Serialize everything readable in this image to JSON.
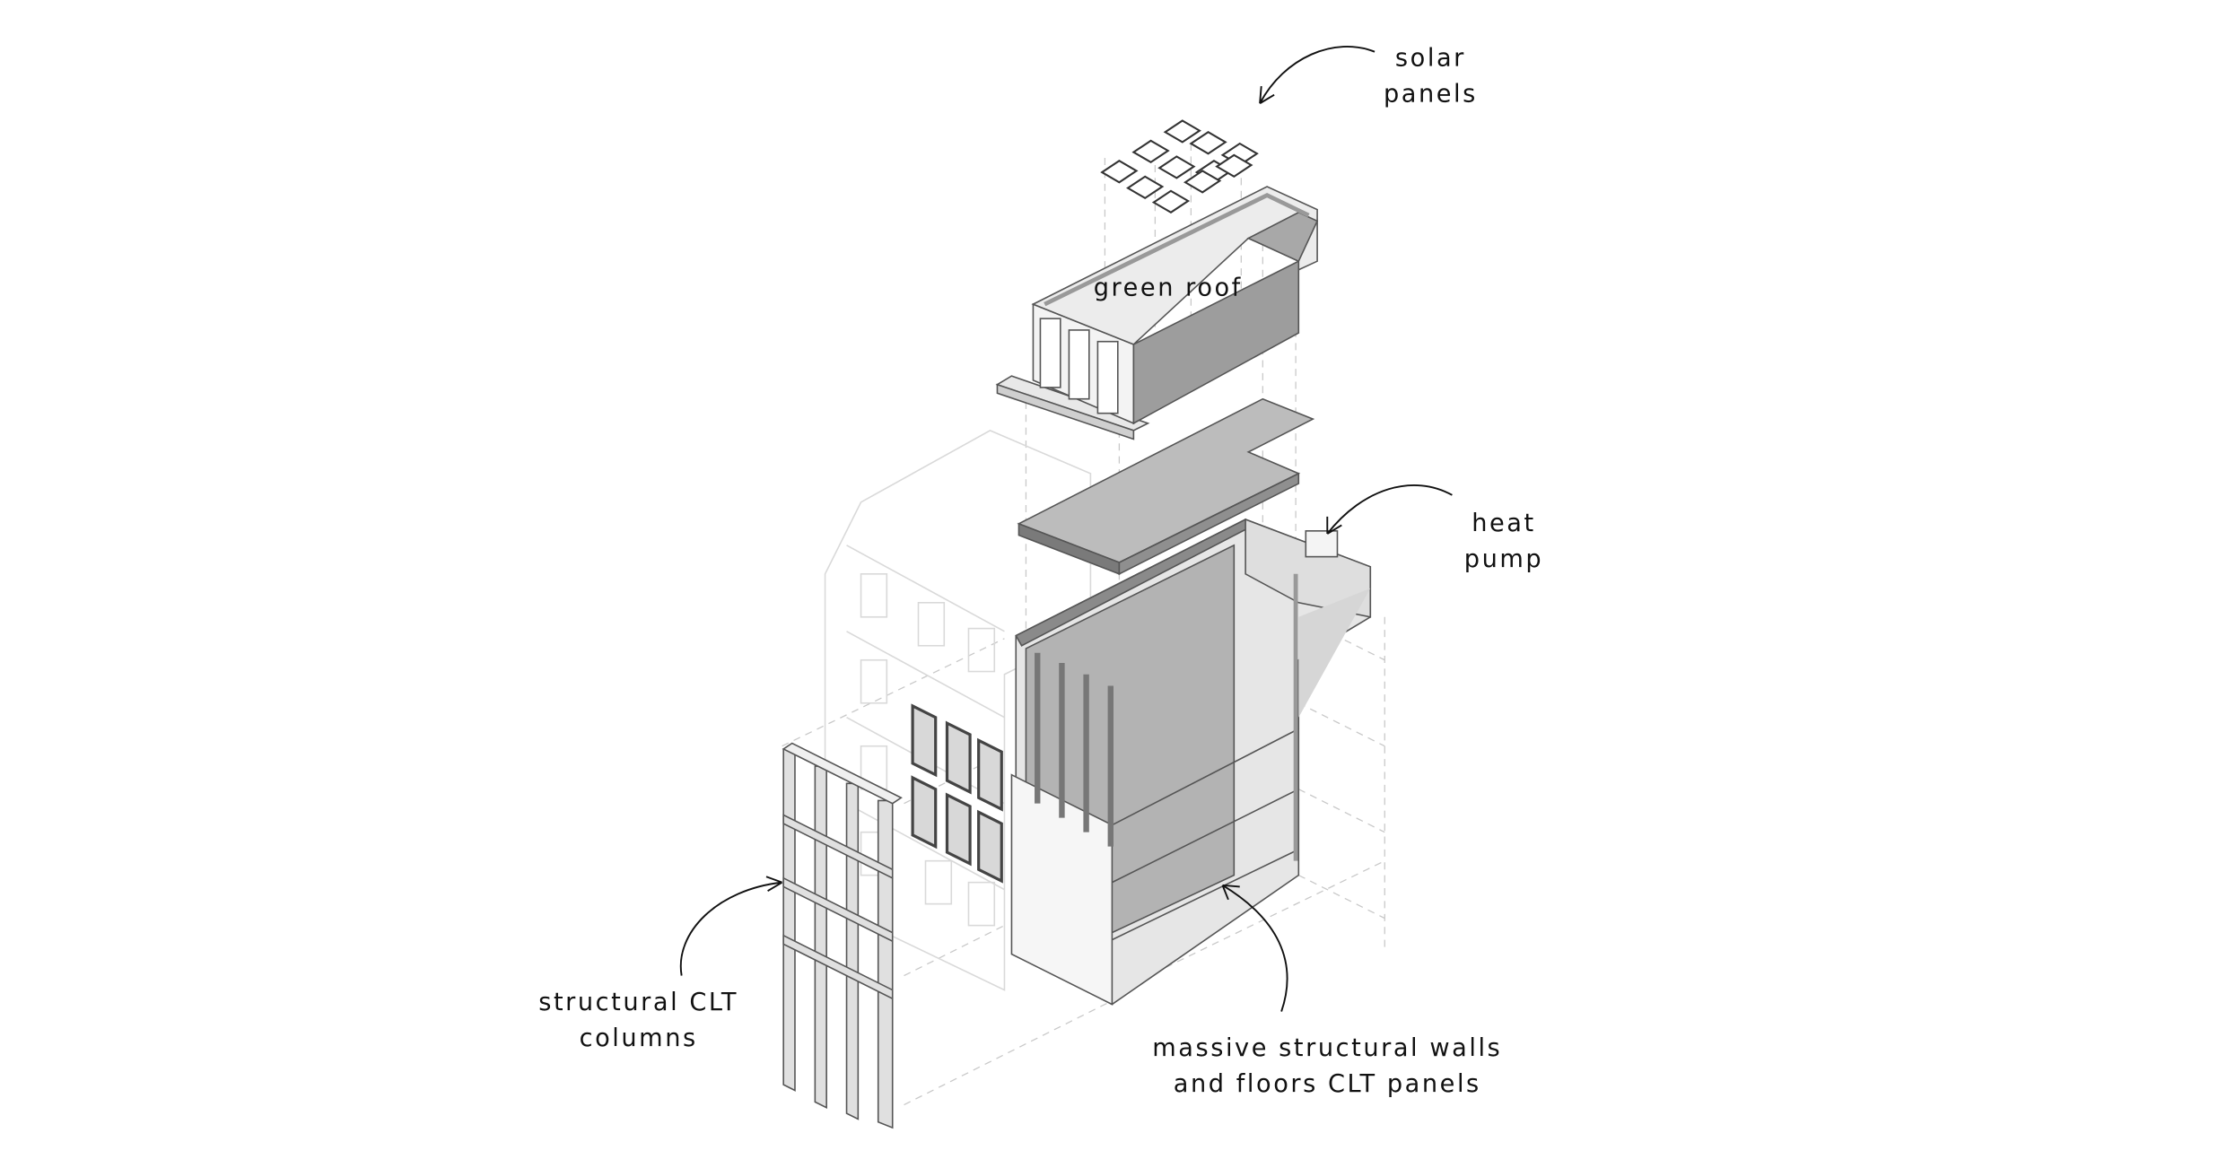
{
  "title": "Exploded axonometric of CLT building renovation",
  "labels": {
    "solar": [
      "solar",
      "panels"
    ],
    "green_roof": "green roof",
    "heat_pump": [
      "heat",
      "pump"
    ],
    "columns": [
      "structural CLT",
      "columns"
    ],
    "walls": [
      "massive structural walls",
      "and floors CLT panels"
    ]
  },
  "colors": {
    "dark_gray": "#8f8f8f",
    "mid_gray": "#b5b5b5",
    "light_gray": "#e6e6e6",
    "ghost": "#d9d9d9"
  }
}
